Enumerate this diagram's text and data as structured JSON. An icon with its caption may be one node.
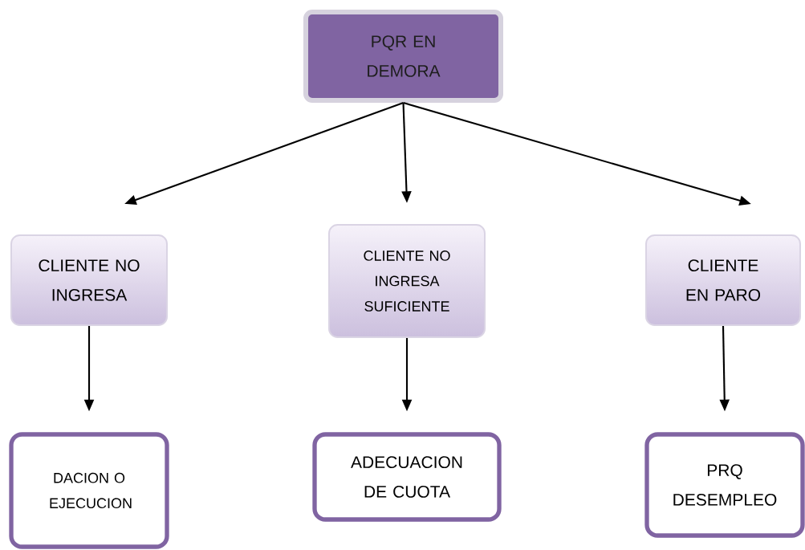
{
  "diagram": {
    "nodes": [
      {
        "text": [
          "PQR EN DEMORA"
        ]
      },
      {
        "text": [
          "CLIENTE NO INGRESA"
        ]
      },
      {
        "text": [
          "CLIENTE NO INGRESA SUFICIENTE"
        ]
      },
      {
        "text": [
          "CLIENTE EN PARO"
        ]
      },
      {
        "text": [
          "DACION O EJECUCION"
        ]
      },
      {
        "text": [
          "ADECUACION DE CUOTA"
        ]
      },
      {
        "text": [
          "PRQ DESEMPLEO"
        ]
      }
    ],
    "edges": [
      {
        "from": 0,
        "to": 1,
        "arrow": "to"
      },
      {
        "from": 0,
        "to": 2,
        "arrow": "to"
      },
      {
        "from": 0,
        "to": 3,
        "arrow": "to"
      },
      {
        "from": 1,
        "to": 4,
        "arrow": "to"
      },
      {
        "from": 2,
        "to": 5,
        "arrow": "to"
      },
      {
        "from": 3,
        "to": 6,
        "arrow": "to"
      }
    ]
  }
}
